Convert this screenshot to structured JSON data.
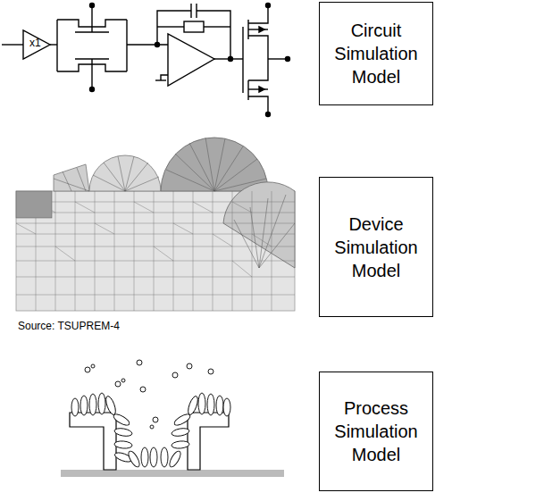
{
  "diagram": {
    "nodes": [
      {
        "text": [
          "Circuit Simulation Model"
        ]
      },
      {
        "text": [
          "Device Simulation Model"
        ]
      },
      {
        "text": [
          "Process Simulation Model"
        ]
      }
    ],
    "labels": [
      "x1",
      "Source: TSUPREM-4"
    ]
  }
}
